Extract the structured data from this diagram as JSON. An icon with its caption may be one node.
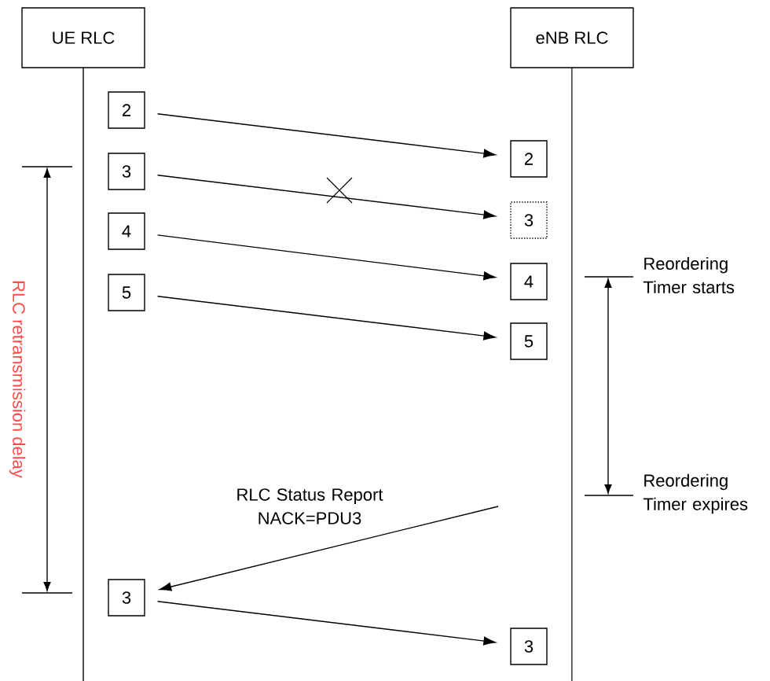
{
  "diagram": {
    "nodes": [
      {
        "text": [
          "UE RLC"
        ]
      },
      {
        "text": [
          "eNB RLC"
        ]
      },
      {
        "text": [
          "2"
        ]
      },
      {
        "text": [
          "3"
        ]
      },
      {
        "text": [
          "4"
        ]
      },
      {
        "text": [
          "5"
        ]
      },
      {
        "text": [
          "3"
        ]
      },
      {
        "text": [
          "2"
        ]
      },
      {
        "text": [
          "3"
        ]
      },
      {
        "text": [
          "4"
        ]
      },
      {
        "text": [
          "5"
        ]
      },
      {
        "text": [
          "3"
        ]
      }
    ],
    "edges": [
      {
        "from": 2,
        "to": 7,
        "arrow": "to"
      },
      {
        "from": 3,
        "to": 8,
        "arrow": "to"
      },
      {
        "from": 4,
        "to": 9,
        "arrow": "to"
      },
      {
        "from": 5,
        "to": 10,
        "arrow": "to"
      },
      {
        "from": null,
        "to": 6,
        "arrow": "to",
        "label": "RLC Status Report NACK=PDU3"
      },
      {
        "from": 6,
        "to": 11,
        "arrow": "to"
      }
    ],
    "labels": [
      "RLC retransmission delay",
      "Reordering Timer starts",
      "Reordering Timer expires"
    ]
  }
}
